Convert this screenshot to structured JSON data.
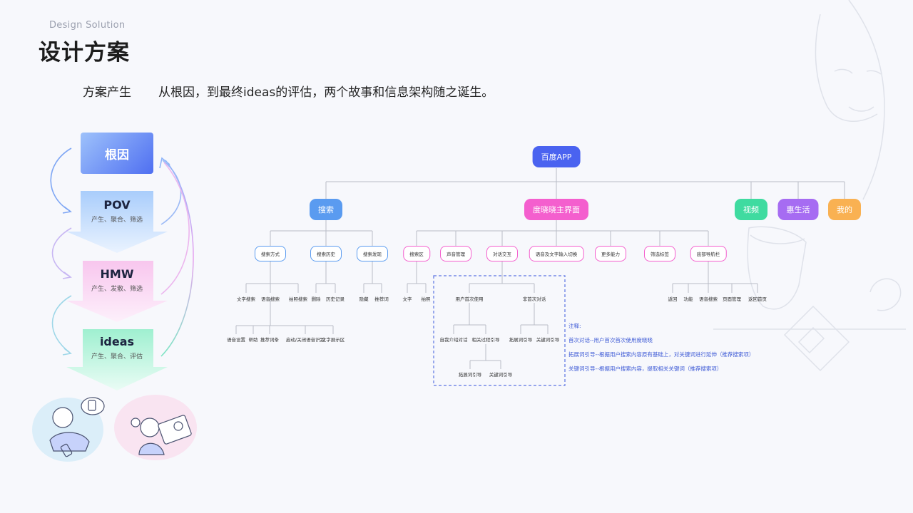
{
  "header": {
    "subtitle": "Design Solution",
    "title": "设计方案"
  },
  "intro": {
    "label": "方案产生",
    "text": "从根因，到最终ideas的评估，两个故事和信息架构随之诞生。"
  },
  "flow": {
    "root": {
      "label": "根因"
    },
    "steps": [
      {
        "label": "POV",
        "sub": "产生、聚合、筛选"
      },
      {
        "label": "HMW",
        "sub": "产生、发散、筛选"
      },
      {
        "label": "ideas",
        "sub": "产生、聚合、评估"
      }
    ]
  },
  "tree": {
    "root": "百度APP",
    "level1": [
      "搜索",
      "度晓晓主界面",
      "视频",
      "惠生活",
      "我的"
    ],
    "search_children": [
      "搜索方式",
      "搜索历史",
      "搜索发现"
    ],
    "search_method_leaves": [
      "文字搜索",
      "语音搜索",
      "拍照搜索"
    ],
    "voice_leaves": [
      "语音设置",
      "帮助",
      "推荐词条",
      "启动/关闭语音识别",
      "文字展示区"
    ],
    "history_leaves": [
      "删除",
      "历史记录"
    ],
    "discover_leaves": [
      "隐藏",
      "推荐词"
    ],
    "main_children": [
      "搜索区",
      "声音管理",
      "对话交互",
      "语音及文字输入切换",
      "更多能力",
      "筛选标签",
      "底部导航栏"
    ],
    "search_area_leaves": [
      "文字",
      "拍照"
    ],
    "dialog_children": [
      "用户首次使用",
      "非首次对话"
    ],
    "first_use_children": [
      "自我介绍对话",
      "相关过程引导"
    ],
    "process_leaves": [
      "拓展词引导",
      "关键词引导"
    ],
    "nonfirst_leaves": [
      "拓展词引导",
      "关键词引导"
    ],
    "nav_leaves": [
      "返回",
      "功能",
      "语音搜索",
      "页面管理",
      "返回首页"
    ]
  },
  "notes": {
    "title": "注释:",
    "lines": [
      "首次对话--用户首次首次使用度晓晓",
      "拓展词引导--根据用户搜索内容原有基础上，对关键词进行延伸（推荐搜索项）",
      "关键词引导--根据用户搜索内容，提取相关关键词（推荐搜索项）"
    ]
  },
  "colors": {
    "search": "#5a9bf0",
    "main": "#f45fce",
    "video": "#3fdba0",
    "life": "#a66cf2",
    "mine": "#f9b152",
    "root": "#4a63f0",
    "note": "#3f5bd6"
  }
}
